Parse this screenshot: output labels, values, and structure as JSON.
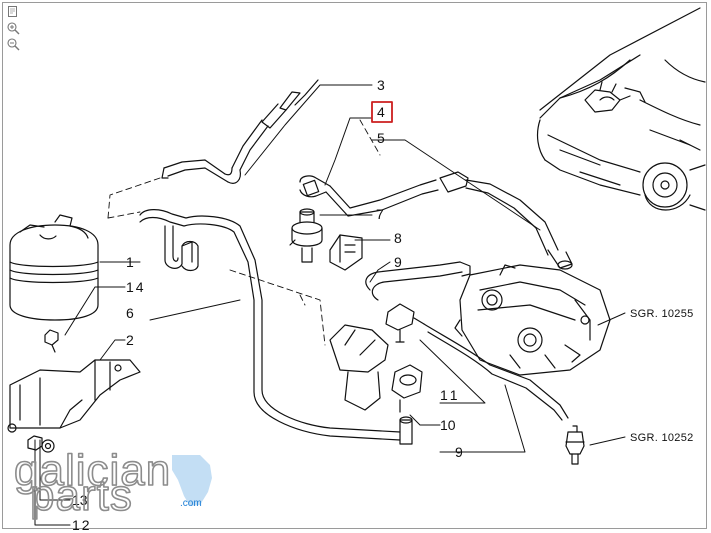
{
  "callouts": {
    "c1": "1",
    "c2": "2",
    "c3": "3",
    "c4": "4",
    "c5": "5",
    "c6": "6",
    "c7": "7",
    "c8": "8",
    "c9a": "9",
    "c9b": "9",
    "c10": "10",
    "c11": "11",
    "c12": "12",
    "c13": "13",
    "c14": "14"
  },
  "references": {
    "upper": "SGR. 10255",
    "lower": "SGR. 10252"
  },
  "highlight_color": "#cc1f1f",
  "watermark": {
    "line1": "galician",
    "line2": "parts",
    "domain": ".com",
    "accent_color": "#1c7ed6"
  },
  "toolbar": {
    "icons": [
      "page-fit-icon",
      "zoom-in-icon",
      "zoom-out-icon"
    ]
  }
}
